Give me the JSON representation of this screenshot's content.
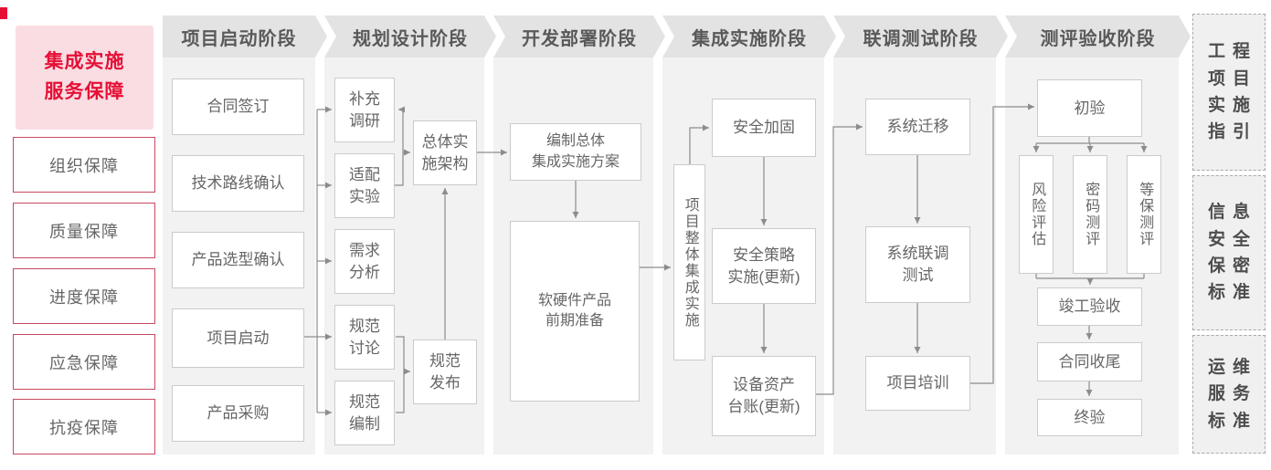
{
  "sidebar": {
    "title_lines": [
      "集成实施",
      "服务保障"
    ],
    "items": [
      {
        "label": "组织保障"
      },
      {
        "label": "质量保障"
      },
      {
        "label": "进度保障"
      },
      {
        "label": "应急保障"
      },
      {
        "label": "抗疫保障"
      }
    ]
  },
  "phases": [
    {
      "header": "项目启动阶段",
      "boxes": [
        {
          "label": "合同签订"
        },
        {
          "label": "技术路线确认"
        },
        {
          "label": "产品选型确认"
        },
        {
          "label": "项目启动"
        },
        {
          "label": "产品采购"
        }
      ]
    },
    {
      "header": "规划设计阶段",
      "boxes": [
        {
          "lines": [
            "补充",
            "调研"
          ]
        },
        {
          "lines": [
            "适配",
            "实验"
          ]
        },
        {
          "lines": [
            "需求",
            "分析"
          ]
        },
        {
          "lines": [
            "规范",
            "讨论"
          ]
        },
        {
          "lines": [
            "规范",
            "编制"
          ]
        },
        {
          "lines": [
            "总体实",
            "施架构"
          ]
        },
        {
          "lines": [
            "规范",
            "发布"
          ]
        }
      ]
    },
    {
      "header": "开发部署阶段",
      "boxes": [
        {
          "lines": [
            "编制总体",
            "集成实施方案"
          ]
        },
        {
          "lines": [
            "软硬件产品",
            "前期准备"
          ]
        }
      ]
    },
    {
      "header": "集成实施阶段",
      "boxes": [
        {
          "label": "项目整体集成实施"
        },
        {
          "label": "安全加固"
        },
        {
          "lines": [
            "安全策略",
            "实施(更新)"
          ]
        },
        {
          "lines": [
            "设备资产",
            "台账(更新)"
          ]
        }
      ]
    },
    {
      "header": "联调测试阶段",
      "boxes": [
        {
          "label": "系统迁移"
        },
        {
          "lines": [
            "系统联调",
            "测试"
          ]
        },
        {
          "label": "项目培训"
        }
      ]
    },
    {
      "header": "测评验收阶段",
      "boxes": [
        {
          "label": "初验"
        },
        {
          "label": "风险评估"
        },
        {
          "label": "密码测评"
        },
        {
          "label": "等保测评"
        },
        {
          "label": "竣工验收"
        },
        {
          "label": "合同收尾"
        },
        {
          "label": "终验"
        }
      ]
    }
  ],
  "right_panels": [
    {
      "title": "工程项目实施指引",
      "lines": [
        "工程",
        "项目",
        "实施",
        "指引"
      ]
    },
    {
      "title": "信息安全保密标准",
      "lines": [
        "信息",
        "安全",
        "保密",
        "标准"
      ]
    },
    {
      "title": "运维服务标准",
      "lines": [
        "运维",
        "服务",
        "标准"
      ]
    }
  ],
  "colors": {
    "accent_red": "#e60f36",
    "title_bg": "#f9dde2",
    "red_border": "#c8495e",
    "banner_bg": "#e3e3e3",
    "panel_bg": "#f2f2f2",
    "box_border": "#cbcbcb",
    "text_gray": "#666666",
    "line_gray": "#8c8c8c"
  }
}
